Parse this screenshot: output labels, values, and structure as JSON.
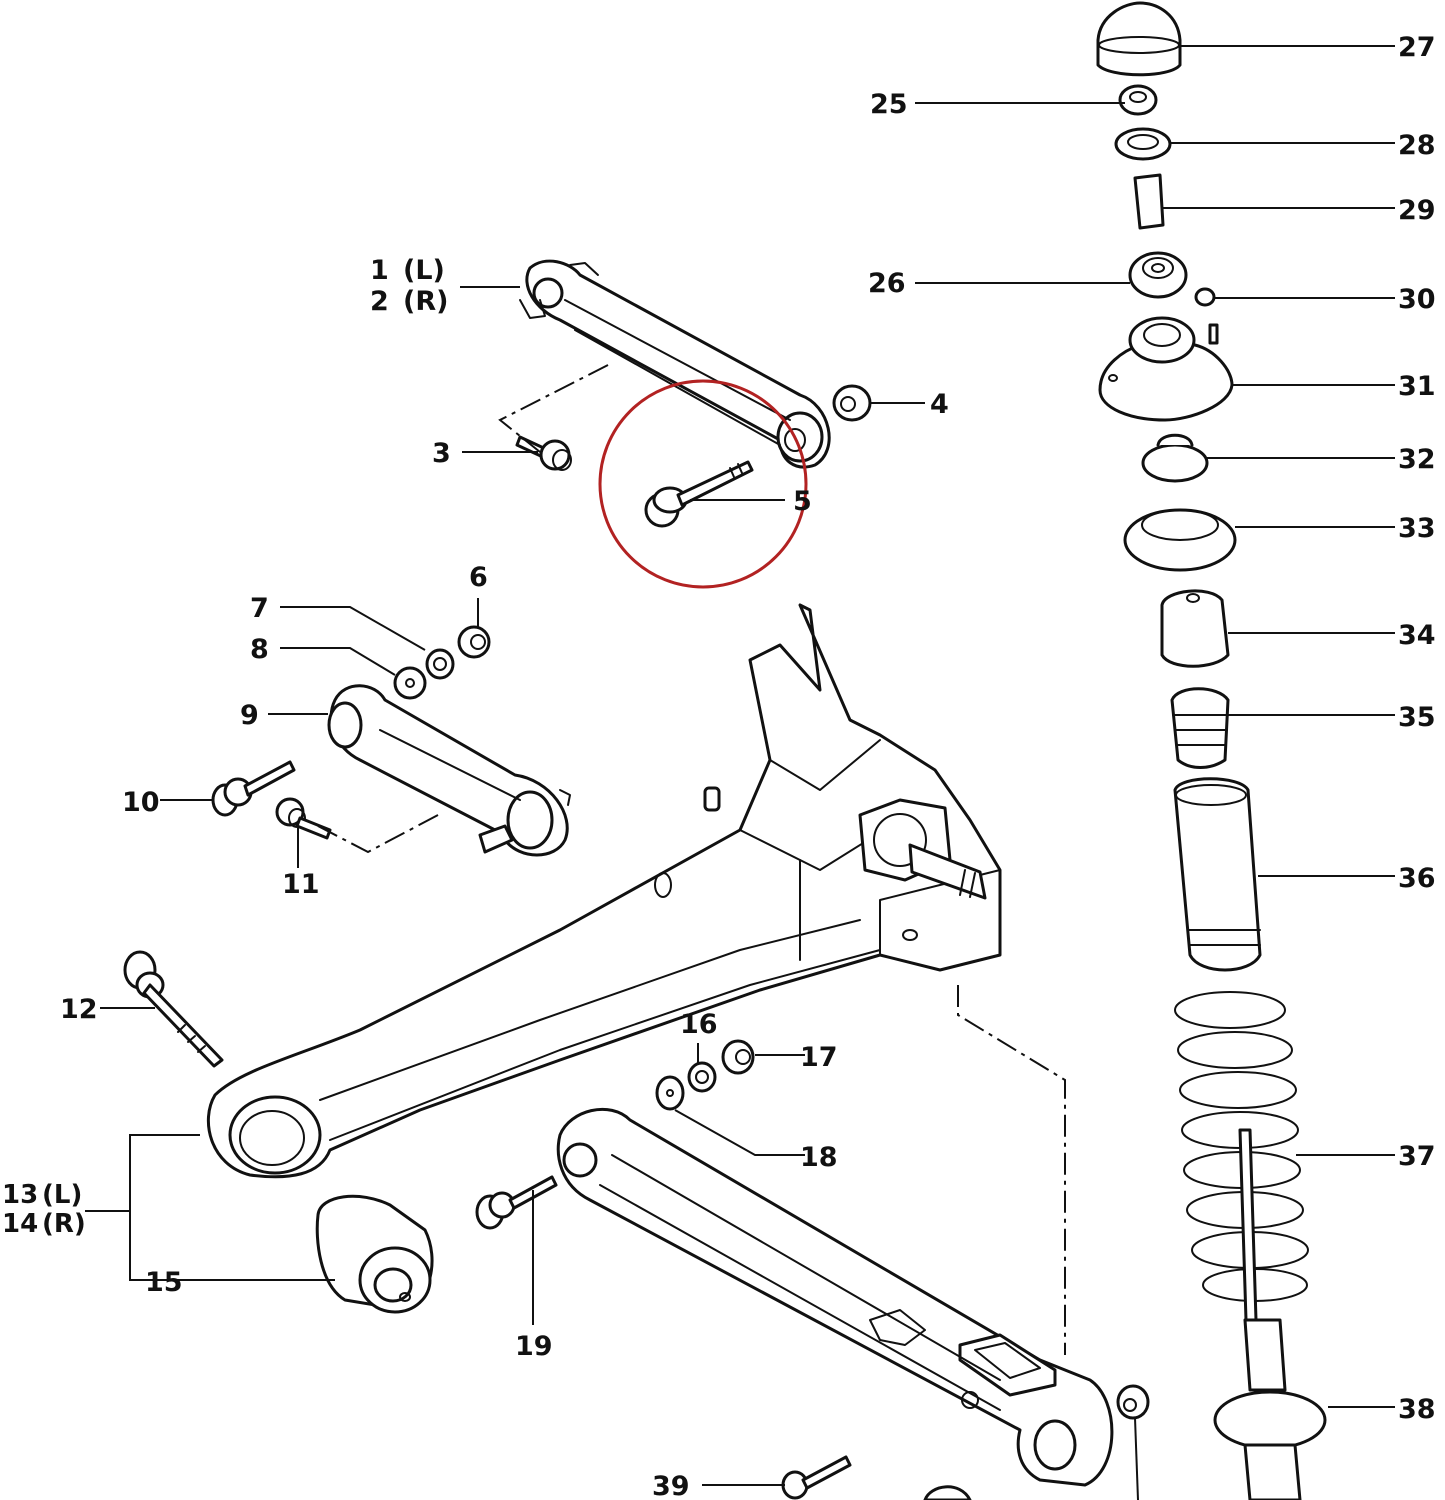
{
  "diagram": {
    "highlight_color": "#b22222",
    "line_color": "#111111",
    "labels": {
      "l1": "1",
      "l1s": "(L)",
      "l2": "2",
      "l2s": "(R)",
      "l3": "3",
      "l4": "4",
      "l5": "5",
      "l6": "6",
      "l7": "7",
      "l8": "8",
      "l9": "9",
      "l10": "10",
      "l11": "11",
      "l12": "12",
      "l13": "13",
      "l13s": "(L)",
      "l14": "14",
      "l14s": "(R)",
      "l15": "15",
      "l16": "16",
      "l17": "17",
      "l18": "18",
      "l19": "19",
      "l25": "25",
      "l26": "26",
      "l27": "27",
      "l28": "28",
      "l29": "29",
      "l30": "30",
      "l31": "31",
      "l32": "32",
      "l33": "33",
      "l34": "34",
      "l35": "35",
      "l36": "36",
      "l37": "37",
      "l38": "38",
      "l39": "39"
    }
  }
}
